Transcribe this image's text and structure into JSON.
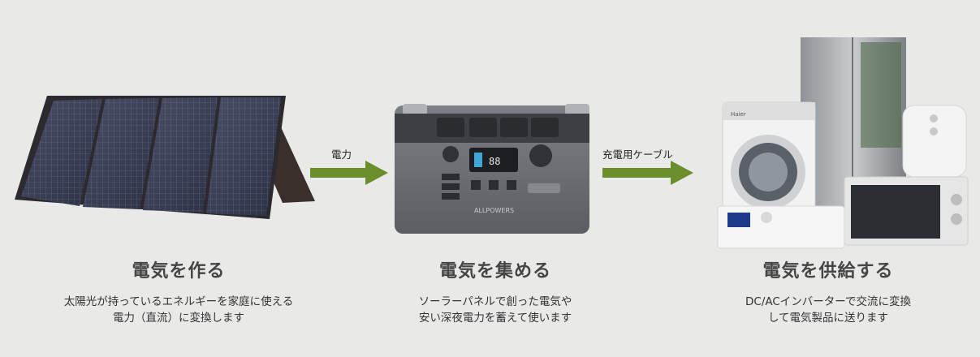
{
  "colors": {
    "background": "#e9e9e8",
    "arrow": "#6b8e2c"
  },
  "arrows": [
    {
      "label": "電力"
    },
    {
      "label": "充電用ケーブル"
    }
  ],
  "steps": [
    {
      "title": "電気を作る",
      "line1": "太陽光が持っているエネルギーを家庭に使える",
      "line2": "電力（直流）に変換します"
    },
    {
      "title": "電気を集める",
      "line1": "ソーラーパネルで創った電気や",
      "line2": "安い深夜電力を蓄えて使います"
    },
    {
      "title": "電気を供給する",
      "line1": "DC/ACインバーターで交流に変換",
      "line2": "して電気製品に送ります"
    }
  ],
  "product": {
    "brand": "ALLPOWERS",
    "display": "88",
    "appliance_brand": "Haier"
  }
}
